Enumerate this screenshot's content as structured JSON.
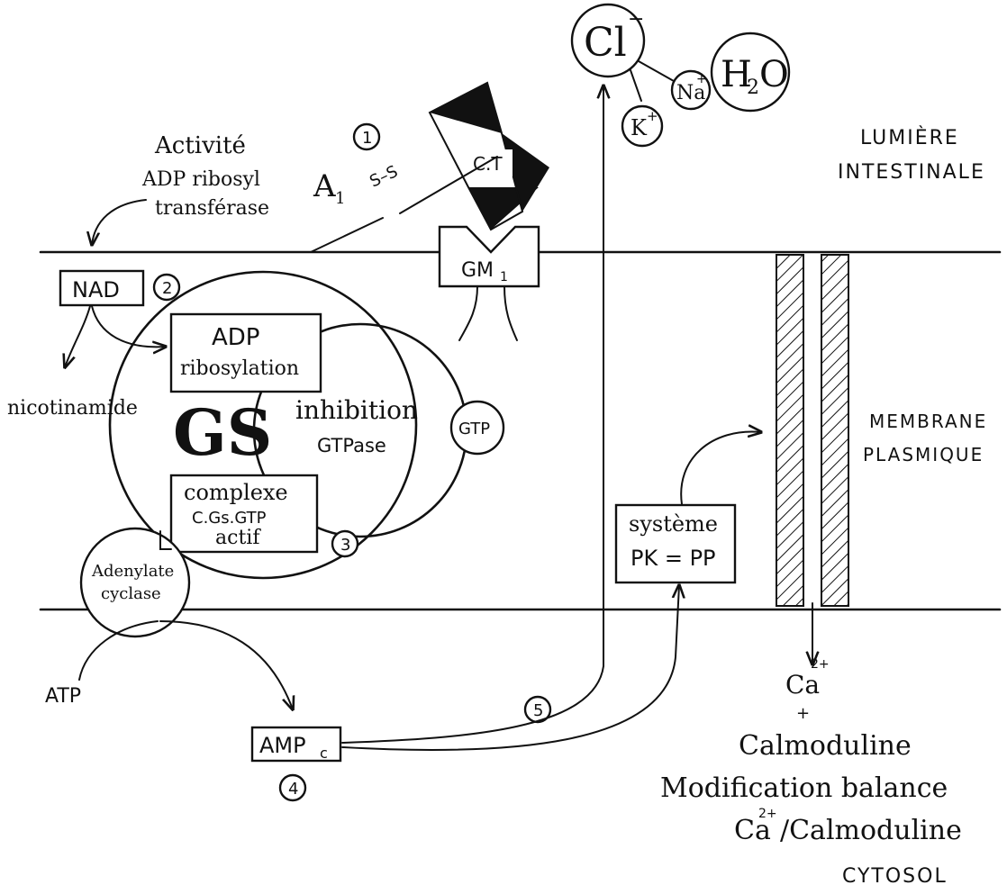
{
  "labels": {
    "chloride": "Cl",
    "chloride_charge": "−",
    "sodium": "Na",
    "sodium_charge": "+",
    "water_h": "H",
    "water_sub": "2",
    "water_o": "O",
    "potassium": "K",
    "potassium_charge": "+",
    "lumen_line1": "LUMIÈRE",
    "lumen_line2": "INTESTINALE",
    "activity_line1": "Activité",
    "activity_line2": "ADP ribosyl",
    "activity_line3": "transférase",
    "step1": "1",
    "toxin": "C.T",
    "a1": "A",
    "a1_sub": "1",
    "disulfide": "S–S",
    "gm1": "GM",
    "gm1_sub": "1",
    "nad": "NAD",
    "step2": "2",
    "adp_line1": "ADP",
    "adp_line2": "ribosylation",
    "nicotinamide": "nicotinamide",
    "gs": "GS",
    "inhibition_line1": "inhibition",
    "inhibition_line2": "GTPase",
    "gtp": "GTP",
    "complex_line1": "complexe",
    "complex_line2": "C.Gs.GTP",
    "complex_line3": "actif",
    "step3": "3",
    "membrane_line1": "MEMBRANE",
    "membrane_line2": "PLASMIQUE",
    "system_line1": "système",
    "system_line2": "PK = PP",
    "adenylate_line1": "Adenylate",
    "adenylate_line2": "cyclase",
    "atp": "ATP",
    "step5": "5",
    "amp": "AMP",
    "amp_sub": "c",
    "step4": "4",
    "ca_top": "Ca",
    "ca_top_charge": "2+",
    "plus": "+",
    "calmodulin": "Calmoduline",
    "modification": "Modification balance",
    "ca_balance": "Ca",
    "ca_balance_charge": "2+",
    "ca_balance_rest": "/Calmoduline",
    "cytosol": "CYTOSOL"
  }
}
